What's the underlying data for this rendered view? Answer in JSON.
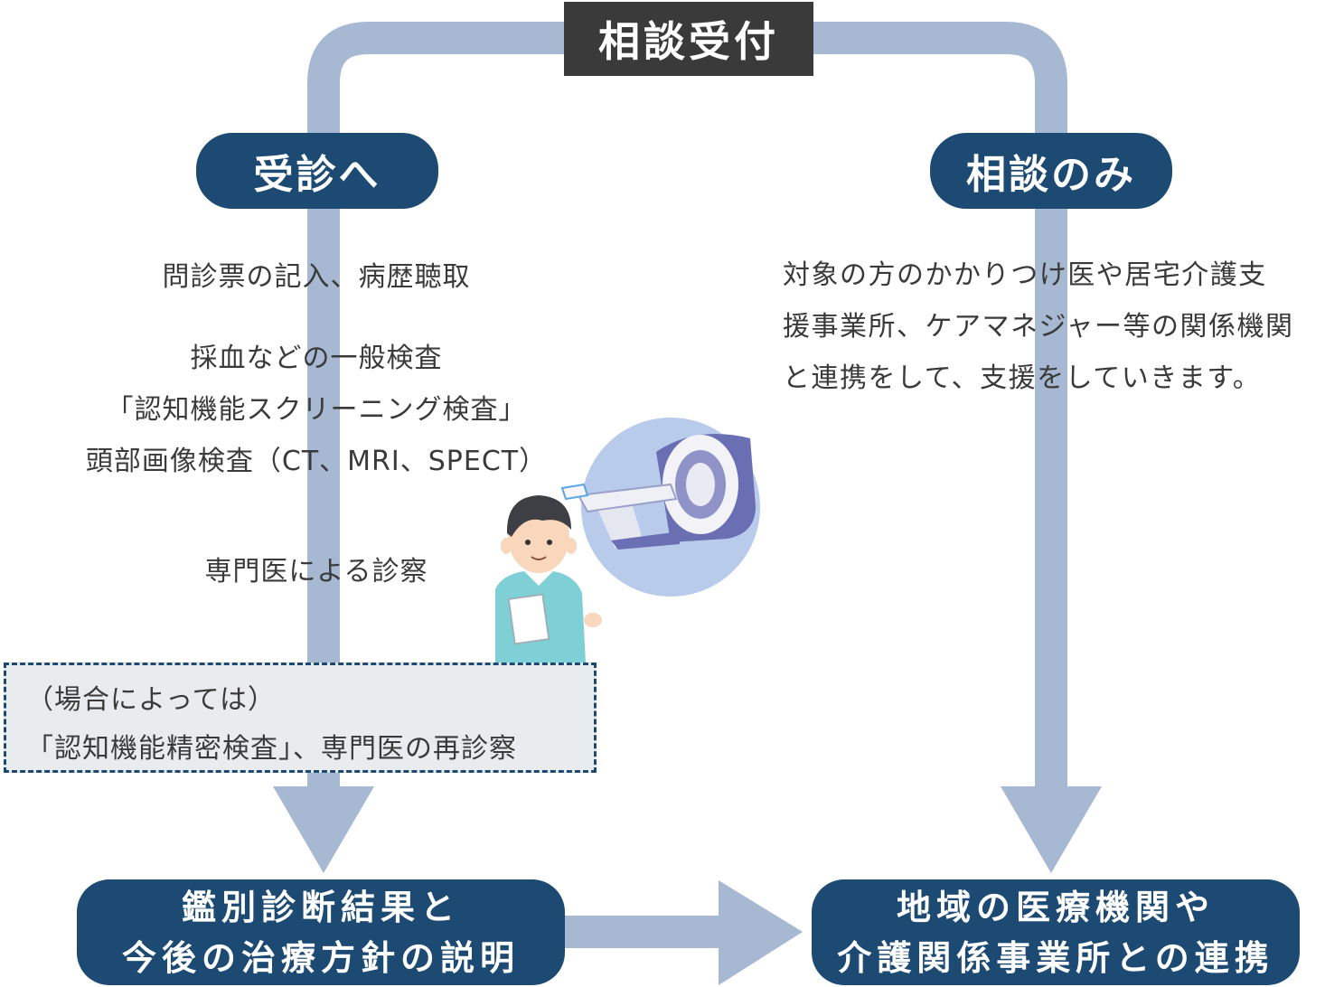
{
  "title": "相談受付",
  "branches": {
    "left_label": "受診へ",
    "right_label": "相談のみ"
  },
  "steps": [
    "問診票の記入、病歴聴取",
    "採血などの一般検査",
    "「認知機能スクリーニング検査」",
    "頭部画像検査（CT、MRI、SPECT）",
    "専門医による診察"
  ],
  "right_description": [
    "対象の方のかかりつけ医や居宅介護支",
    "援事業所、ケアマネジャー等の関係機関",
    "と連携をして、支援をしていきます。"
  ],
  "note": {
    "line1": "（場合によっては）",
    "line2": "「認知機能精密検査」、専門医の再診察"
  },
  "results": {
    "left": [
      "鑑別診断結果と",
      "今後の治療方針の説明"
    ],
    "right": [
      "地域の医療機関や",
      "介護関係事業所との連携"
    ]
  },
  "colors": {
    "arrow": "#a7b8d2",
    "navy": "#1d4a73",
    "title_bg": "#3a3a3a",
    "note_bg": "#e9ecee"
  }
}
